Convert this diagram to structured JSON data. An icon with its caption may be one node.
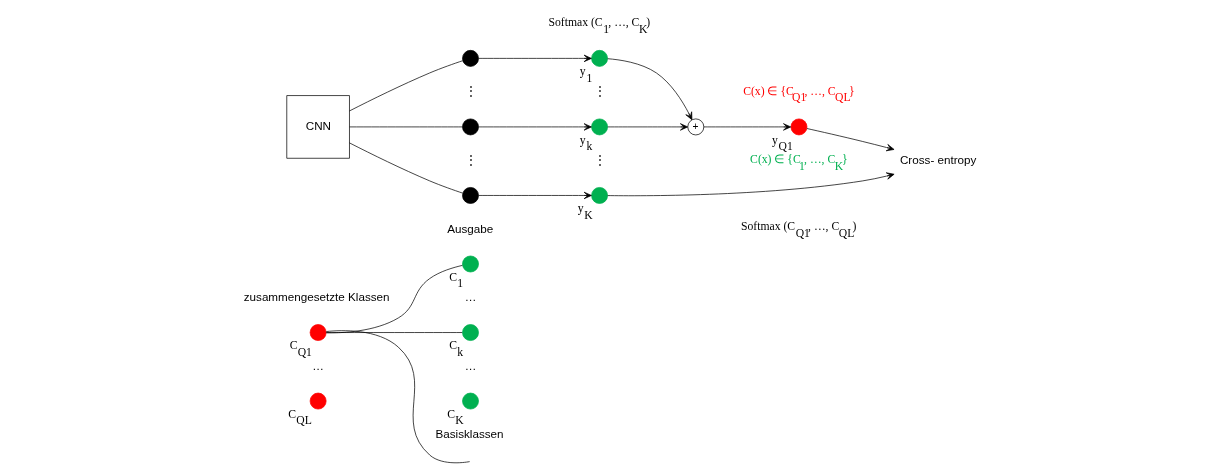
{
  "diagram": {
    "nodes": [
      {
        "text": [],
        "shape": "circle",
        "beside": [
          "C$_{Q1}$"
        ]
      },
      {
        "text": [],
        "shape": "circle",
        "beside": [
          "C$_{QL}$"
        ]
      },
      {
        "text": [],
        "shape": "circle",
        "beside": [
          "C$_{1}$"
        ]
      },
      {
        "text": [],
        "shape": "circle",
        "beside": [
          "C$_{k}$"
        ]
      },
      {
        "text": [],
        "shape": "circle",
        "beside": [
          "C$_{K}$"
        ]
      },
      {
        "text": [
          "CNN"
        ]
      },
      {
        "text": [],
        "shape": "circle"
      },
      {
        "text": [],
        "shape": "circle"
      },
      {
        "text": [],
        "shape": "circle"
      },
      {
        "text": [],
        "shape": "circle",
        "beside": [
          "y$_{1}$"
        ]
      },
      {
        "text": [],
        "shape": "circle",
        "beside": [
          "y$_{k}$"
        ]
      },
      {
        "text": [],
        "shape": "circle",
        "beside": [
          "y$_{K}$"
        ]
      },
      {
        "text": [
          "+"
        ]
      },
      {
        "text": [],
        "shape": "circle",
        "beside": [
          "y$_{Q1}$"
        ]
      },
      {
        "text": [
          "Cross- entropy"
        ]
      }
    ],
    "edges": [
      {
        "from": 0,
        "to": 2,
        "arrow": "none"
      },
      {
        "from": 0,
        "to": null,
        "arrow": "none"
      },
      {
        "from": 0,
        "to": 3,
        "arrow": "none"
      },
      {
        "from": 5,
        "to": 6,
        "arrow": "none"
      },
      {
        "from": 5,
        "to": 7,
        "arrow": "none"
      },
      {
        "from": 5,
        "to": 8,
        "arrow": "none"
      },
      {
        "from": 6,
        "to": 9,
        "arrow": "to"
      },
      {
        "from": 7,
        "to": 10,
        "arrow": "to"
      },
      {
        "from": 8,
        "to": 11,
        "arrow": "to"
      },
      {
        "from": 9,
        "to": 12,
        "arrow": "to"
      },
      {
        "from": 10,
        "to": 12,
        "arrow": "to"
      },
      {
        "from": 12,
        "to": 13,
        "arrow": "to"
      },
      {
        "from": 13,
        "to": 14,
        "arrow": "to"
      },
      {
        "from": 11,
        "to": 14,
        "arrow": "to"
      }
    ],
    "labels": [
      "zusammengesetzte Klassen",
      "…",
      "…",
      "…",
      "Basisklassen",
      "Softmax (C$_{1}$, …, C$_{K}$)",
      "⋮",
      "⋮",
      "⋮",
      "⋮",
      "C(x) ∈ {C$_{Q1}$, …, C$_{QL}$}",
      "C(x) ∈ {C$_{1}$, …, C$_{K}$}",
      "Ausgabe",
      "Softmax (C$_{Q1}$, …, C$_{QL}$)"
    ]
  }
}
